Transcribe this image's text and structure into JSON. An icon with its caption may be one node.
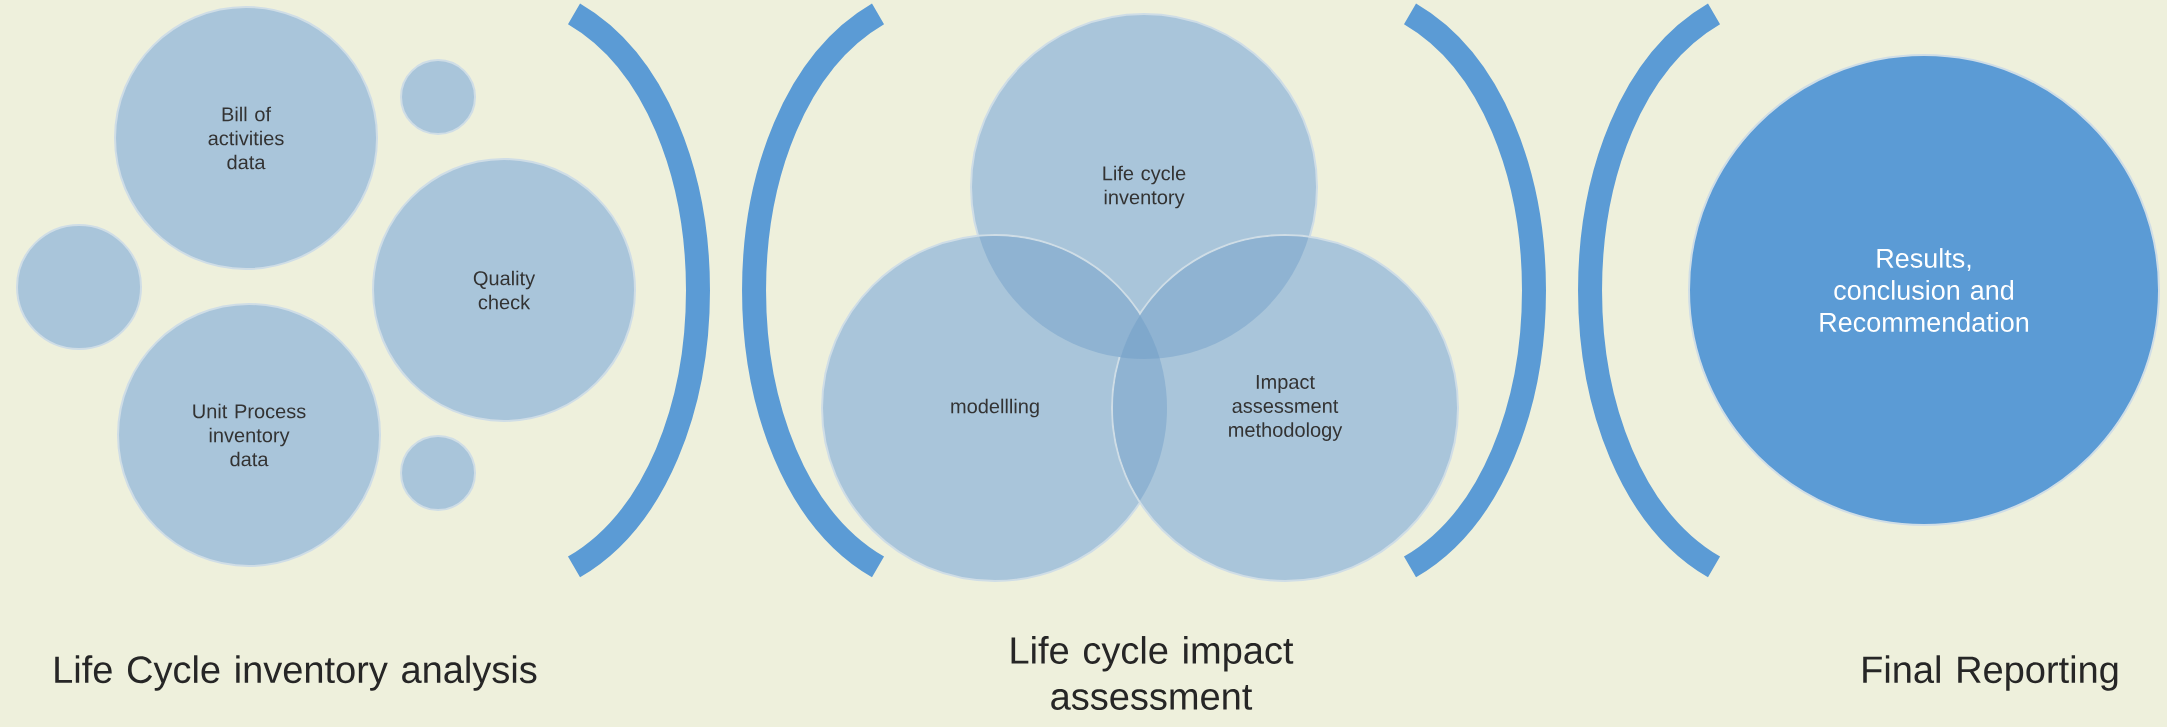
{
  "diagram": {
    "nodes": [
      {
        "text": [
          "Bill of activities data"
        ]
      },
      {
        "text": [],
        "shape": "circle"
      },
      {
        "text": [],
        "shape": "circle"
      },
      {
        "text": [
          "Quality check"
        ]
      },
      {
        "text": [
          "Unit Process inventory data"
        ]
      },
      {
        "text": [],
        "shape": "circle"
      },
      {
        "text": [
          "Life cycle inventory"
        ]
      },
      {
        "text": [
          "modellling"
        ]
      },
      {
        "text": [
          "Impact assessment methodology"
        ]
      },
      {
        "text": [
          "Results, conclusion and Recommendation"
        ]
      }
    ],
    "labels": [
      "Life Cycle inventory analysis",
      "Life cycle impact assessment",
      "Final Reporting"
    ]
  }
}
